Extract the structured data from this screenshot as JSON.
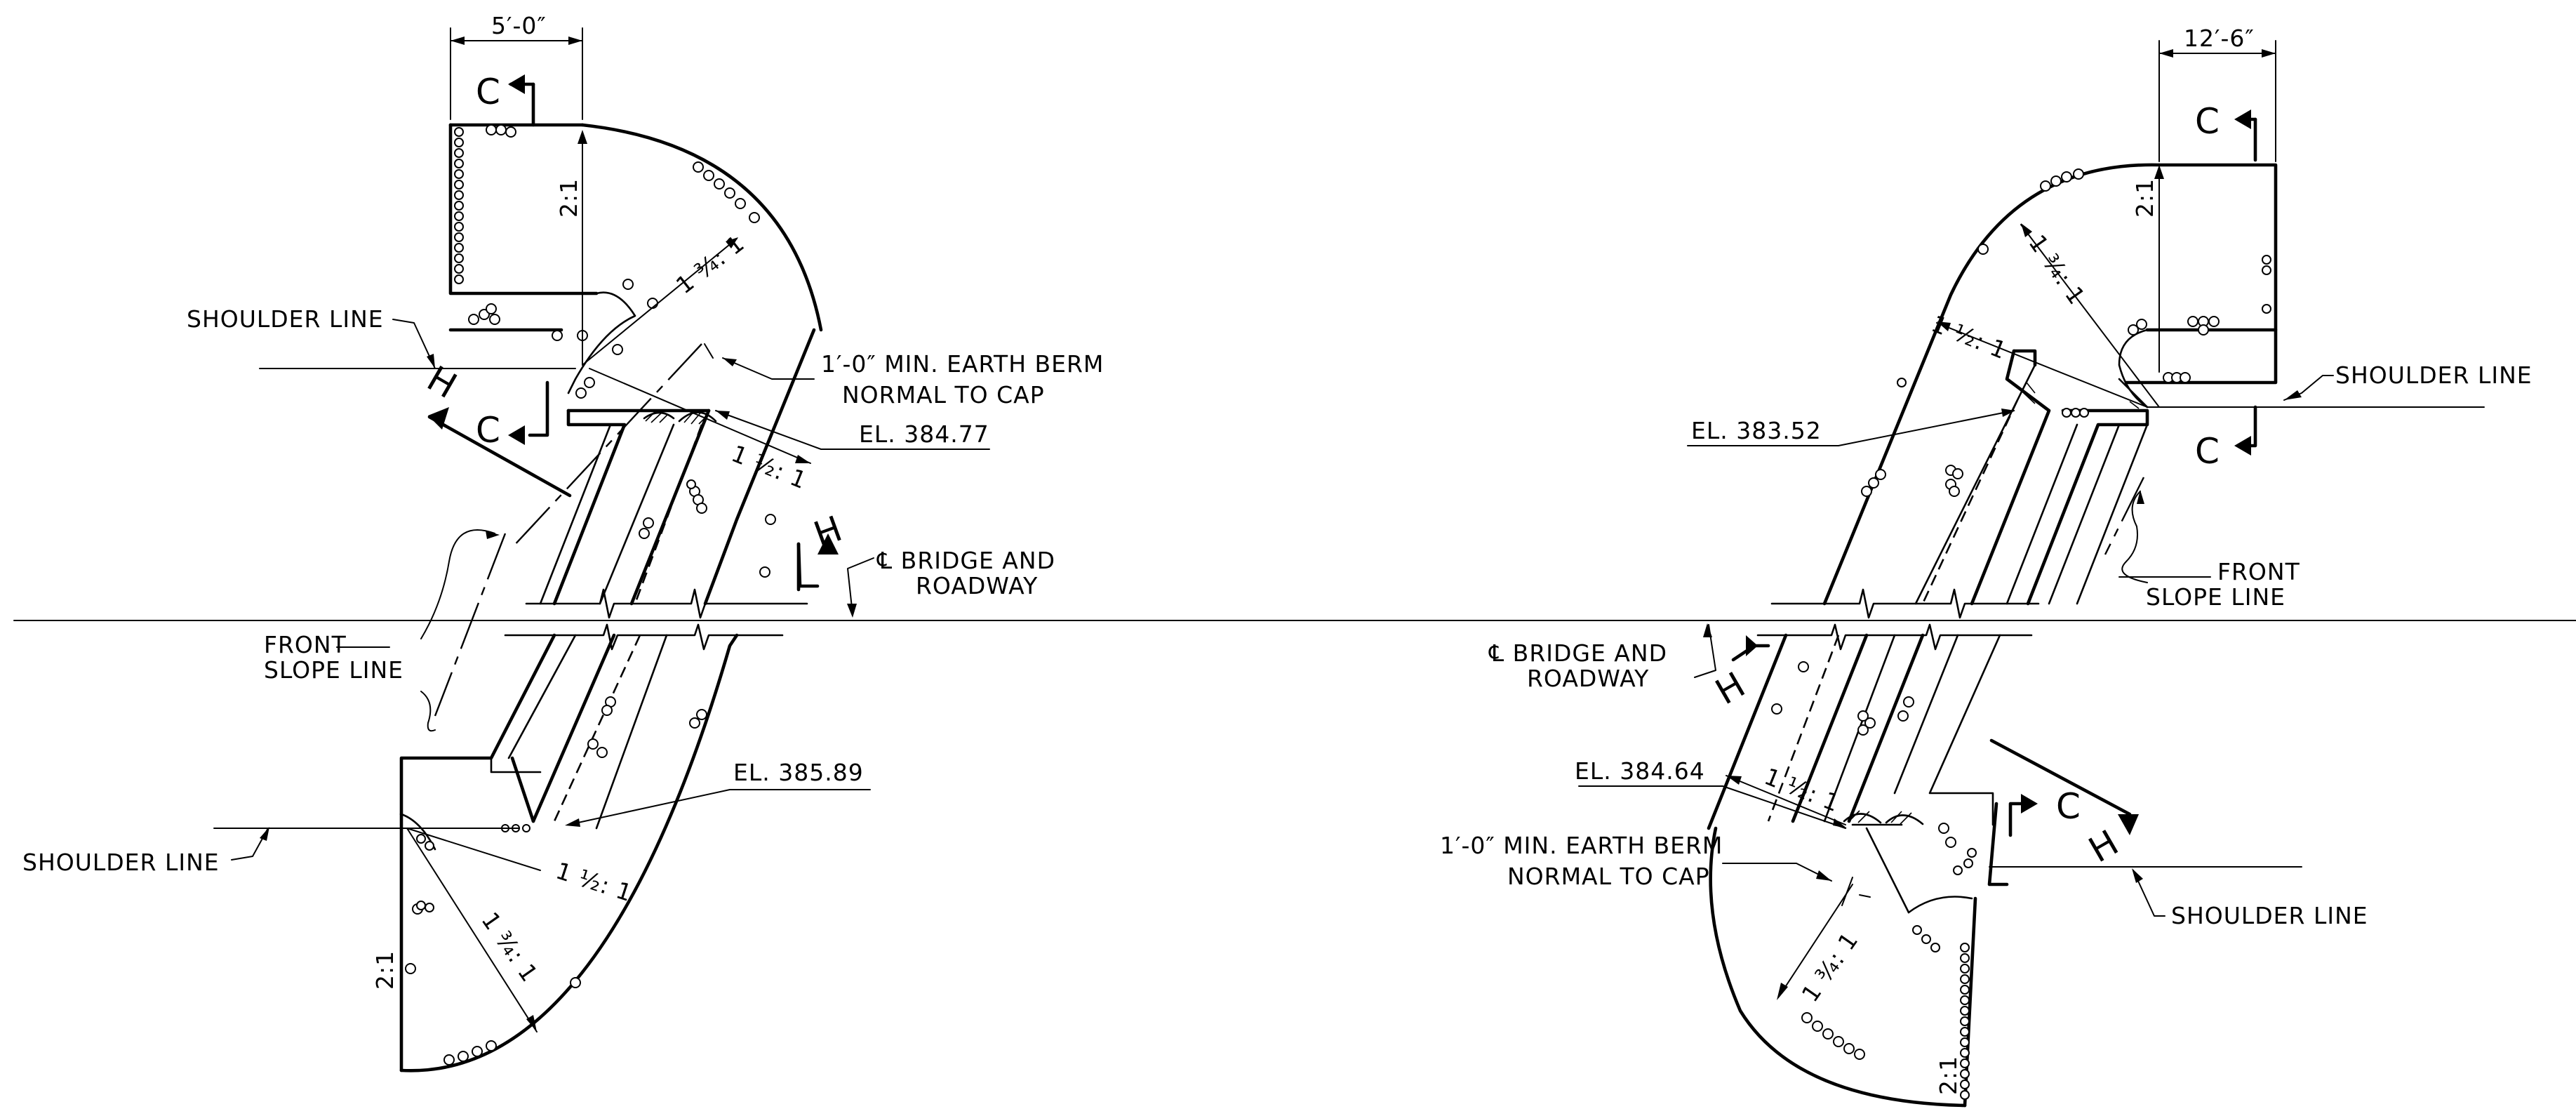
{
  "left_plan": {
    "dim_width": "5′-0″",
    "shoulder_line_top": "SHOULDER LINE",
    "shoulder_line_bottom": "SHOULDER LINE",
    "slope_2_1_top": "2:1",
    "slope_2_1_bottom": "2:1",
    "slope_1_3_4_top": "1 ¾: 1",
    "slope_1_3_4_bottom": "1 ¾: 1",
    "slope_1_1_2_top": "1 ½: 1",
    "slope_1_1_2_bottom": "1 ½: 1",
    "berm_line1": "1′-0″ MIN. EARTH BERM",
    "berm_line2": "NORMAL TO CAP",
    "elevation_top": "EL. 384.77",
    "elevation_bottom": "EL. 385.89",
    "centerline_line1": "℄ BRIDGE AND",
    "centerline_line2": "ROADWAY",
    "front_slope_line1": "FRONT",
    "front_slope_line2": "SLOPE LINE",
    "section_c": "C",
    "section_h": "H"
  },
  "right_plan": {
    "dim_width": "12′-6″",
    "shoulder_line_top": "SHOULDER LINE",
    "shoulder_line_bottom": "SHOULDER LINE",
    "slope_2_1_top": "2:1",
    "slope_2_1_bottom": "2:1",
    "slope_1_3_4_top": "1 ¾: 1",
    "slope_1_3_4_bottom": "1 ¾: 1",
    "slope_1_1_2_top": "1 ½: 1",
    "slope_1_1_2_bottom": "1 ½: 1",
    "berm_line1": "1′-0″ MIN. EARTH BERM",
    "berm_line2": "NORMAL TO CAP",
    "elevation_top": "EL. 383.52",
    "elevation_bottom": "EL. 384.64",
    "centerline_line1": "℄ BRIDGE AND",
    "centerline_line2": "ROADWAY",
    "front_slope_line1": "FRONT",
    "front_slope_line2": "SLOPE LINE",
    "section_c": "C",
    "section_h": "H"
  }
}
